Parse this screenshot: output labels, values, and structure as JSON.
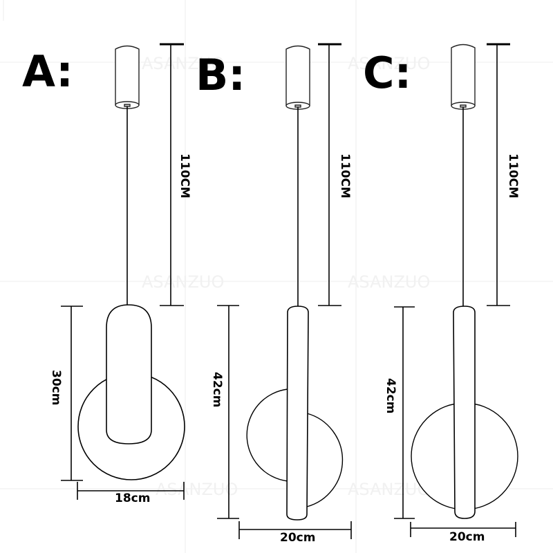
{
  "watermark": "ASANZUO",
  "colors": {
    "line": "#000000",
    "background": "#ffffff",
    "watermark": "#f1f1f1"
  },
  "variants": [
    {
      "label": "A:",
      "cord_dimension": "110CM",
      "height_dimension": "30cm",
      "width_dimension": "18cm",
      "shape": "oval tube over full disc"
    },
    {
      "label": "B:",
      "cord_dimension": "110CM",
      "height_dimension": "42cm",
      "width_dimension": "20cm",
      "shape": "long tube with two offset half discs"
    },
    {
      "label": "C:",
      "cord_dimension": "110CM",
      "height_dimension": "42cm",
      "width_dimension": "20cm",
      "shape": "long tube over full disc"
    }
  ]
}
